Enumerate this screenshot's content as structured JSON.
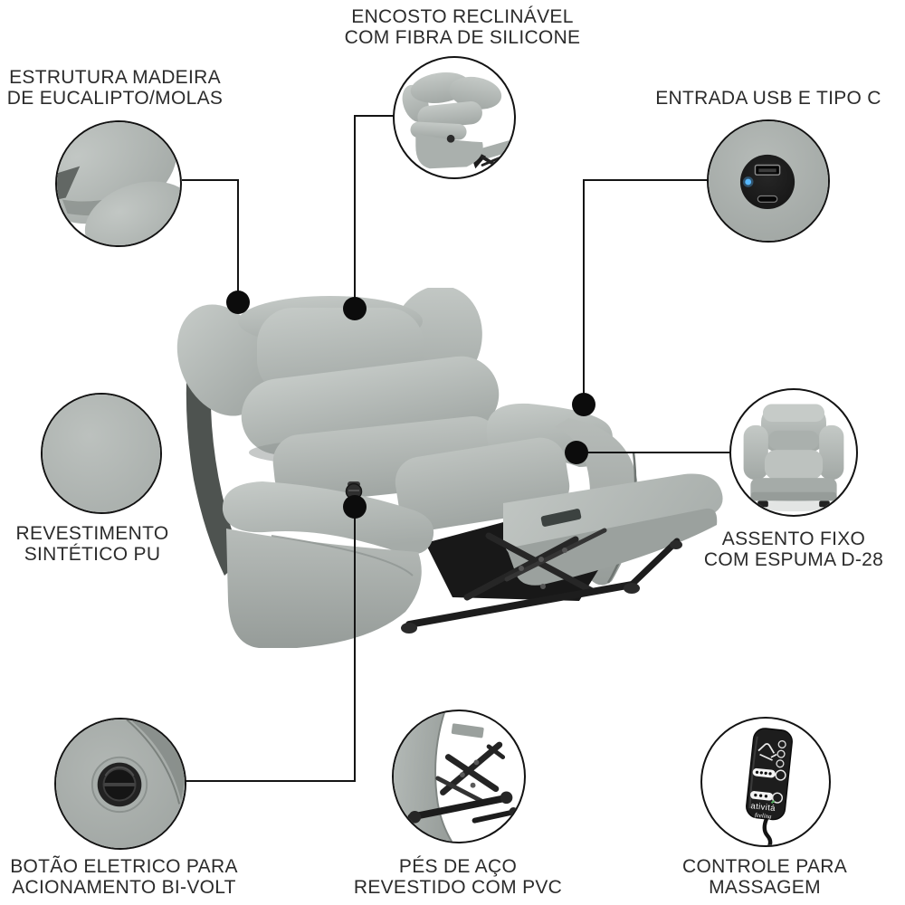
{
  "callouts": [
    {
      "id": "encosto",
      "lines": [
        "ENCOSTO RECLINÁVEL",
        "COM FIBRA DE SILICONE"
      ],
      "image": "reclined-backrest-closeup"
    },
    {
      "id": "estrutura",
      "lines": [
        "ESTRUTURA MADEIRA",
        "DE EUCALIPTO/MOLAS"
      ],
      "image": "backrest-corner-closeup"
    },
    {
      "id": "usb",
      "lines": [
        "ENTRADA USB E TIPO C"
      ],
      "image": "usb-ports-closeup"
    },
    {
      "id": "revestimento",
      "lines": [
        "REVESTIMENTO",
        "SINTÉTICO PU"
      ],
      "image": "pu-leather-texture"
    },
    {
      "id": "assento",
      "lines": [
        "ASSENTO FIXO",
        "COM ESPUMA D-28"
      ],
      "image": "armchair-front-view"
    },
    {
      "id": "botao",
      "lines": [
        "BOTÃO ELETRICO PARA",
        "ACIONAMENTO BI-VOLT"
      ],
      "image": "power-button-closeup"
    },
    {
      "id": "pes",
      "lines": [
        "PÉS DE AÇO",
        "REVESTIDO COM PVC"
      ],
      "image": "steel-feet-mechanism-closeup"
    },
    {
      "id": "controle",
      "lines": [
        "CONTROLE PARA",
        "MASSAGEM"
      ],
      "image": "massage-remote-closeup"
    }
  ],
  "remote": {
    "brand": "ativitá",
    "sub": "feeling"
  },
  "colors": {
    "text": "#2b2b2b",
    "line": "#141414",
    "dot": "#0c0c0c",
    "chair_light": "#c6cbc8",
    "chair_mid": "#adb3b0",
    "chair_dark": "#8f9592",
    "black_parts": "#1d1d1d",
    "led_blue": "#57b8ff",
    "brand_green": "#53b25e",
    "background": "#ffffff"
  }
}
